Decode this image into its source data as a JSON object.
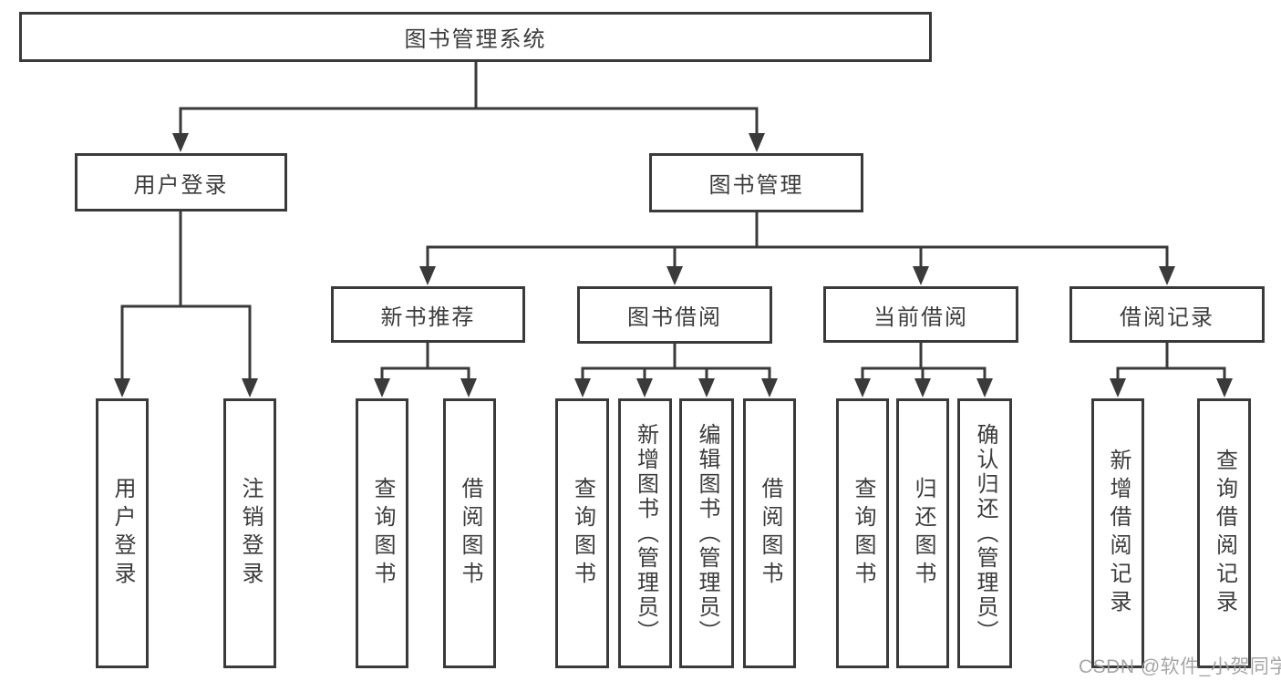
{
  "diagram": {
    "nodes": {
      "root": "图书管理系统",
      "user_login": "用户登录",
      "book_mgmt": "图书管理",
      "new_book_rec": "新书推荐",
      "book_borrow": "图书借阅",
      "current_borrow": "当前借阅",
      "borrow_record": "借阅记录",
      "leaf_user_login": "用户登录",
      "leaf_logout": "注销登录",
      "leaf_rec_query": "查询图书",
      "leaf_rec_borrow": "借阅图书",
      "leaf_bb_query": "查询图书",
      "leaf_bb_add": "新增图书（管理员）",
      "leaf_bb_edit": "编辑图书（管理员）",
      "leaf_bb_borrow": "借阅图书",
      "leaf_cb_query": "查询图书",
      "leaf_cb_return": "归还图书",
      "leaf_cb_confirm": "确认归还（管理员）",
      "leaf_br_add": "新增借阅记录",
      "leaf_br_query": "查询借阅记录"
    },
    "line_color": "#3a3a3a"
  },
  "watermark": "CSDN @软件_小贺同学"
}
